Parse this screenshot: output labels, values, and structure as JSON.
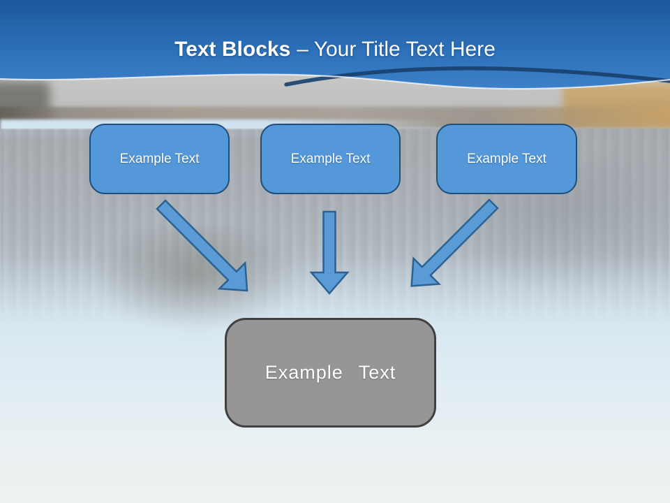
{
  "slide": {
    "title": {
      "bold": "Text Blocks",
      "rest": "– Your Title Text Here"
    },
    "text_blocks": [
      {
        "label": "Example Text"
      },
      {
        "label": "Example Text"
      },
      {
        "label": "Example Text"
      }
    ],
    "result_block": {
      "label": "Example Text"
    },
    "arrows": [
      {
        "name": "arrow-down-right"
      },
      {
        "name": "arrow-down"
      },
      {
        "name": "arrow-down-left"
      }
    ],
    "colors": {
      "header_top": "#1c589b",
      "header_mid": "#2c70ba",
      "header_bottom": "#3d80c9",
      "header_swoosh": "#173f6b",
      "block_fill": "#5498da",
      "block_border": "#1f4e79",
      "arrow_fill": "#5b9bd5",
      "arrow_border": "#2b6293",
      "result_fill": "#969696",
      "result_border": "#404040",
      "text": "#ffffff"
    }
  }
}
